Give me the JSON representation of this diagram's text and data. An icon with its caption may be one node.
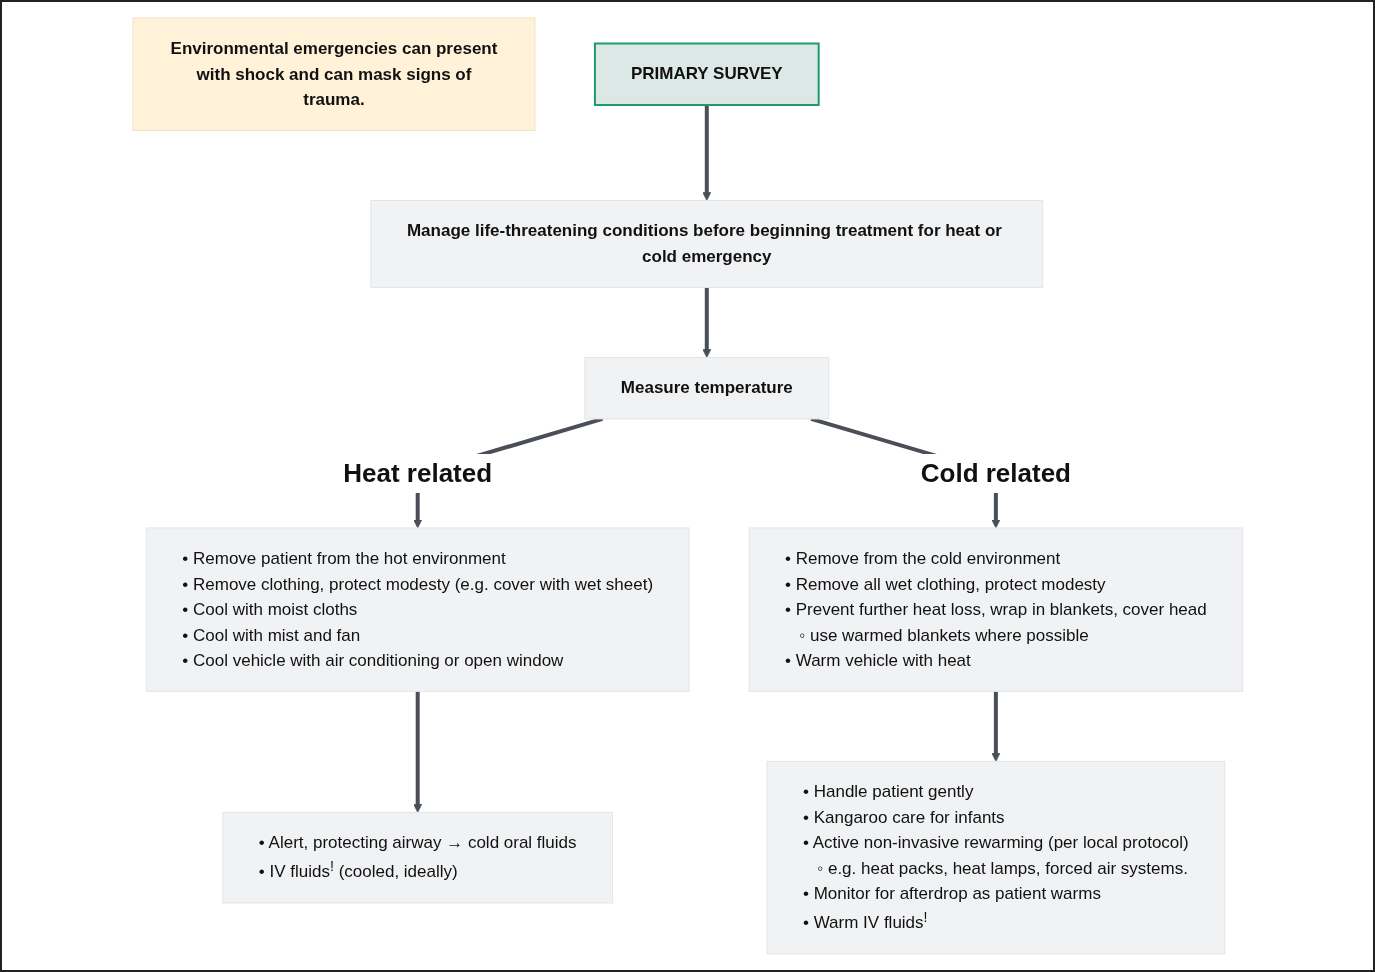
{
  "diagram": {
    "nodes": [
      {
        "text": [
          "Environmental emergencies can present with shock and can mask signs of trauma."
        ]
      },
      {
        "text": [
          "PRIMARY SURVEY"
        ]
      },
      {
        "text": [
          "Manage life-threatening conditions before beginning treatment for heat or cold emergency"
        ]
      },
      {
        "text": [
          "Measure temperature"
        ]
      },
      {
        "text": [
          "• Remove patient from the hot environment",
          "• Remove clothing, protect modesty (e.g. cover with wet sheet)",
          "• Cool with moist cloths",
          "• Cool with mist and fan",
          "• Cool vehicle with air conditioning or open window"
        ]
      },
      {
        "text": [
          "• Alert, protecting airway → cold oral fluids",
          "• IV fluids$^{!}$ (cooled, ideally)"
        ]
      },
      {
        "text": [
          "• Remove from the cold environment",
          "• Remove all wet clothing, protect modesty",
          "• Prevent further heat loss, wrap in blankets, cover head",
          "◦ use warmed blankets where possible",
          "• Warm vehicle with heat"
        ]
      },
      {
        "text": [
          "• Handle patient gently",
          "• Kangaroo care for infants",
          "• Active non-invasive rewarming (per local protocol)",
          "◦ e.g. heat packs, heat lamps, forced air systems.",
          "• Monitor for afterdrop as patient warms",
          "• Warm IV fluids$^{!}$"
        ]
      }
    ],
    "edges": [
      {
        "from": 1,
        "to": 2,
        "arrow": "to"
      },
      {
        "from": 2,
        "to": 3,
        "arrow": "to"
      },
      {
        "from": 3,
        "to": 4,
        "arrow": "to",
        "label": "Heat related"
      },
      {
        "from": 3,
        "to": 6,
        "arrow": "to",
        "label": "Cold related"
      },
      {
        "from": 4,
        "to": 5,
        "arrow": "to"
      },
      {
        "from": 6,
        "to": 7,
        "arrow": "to"
      }
    ]
  }
}
